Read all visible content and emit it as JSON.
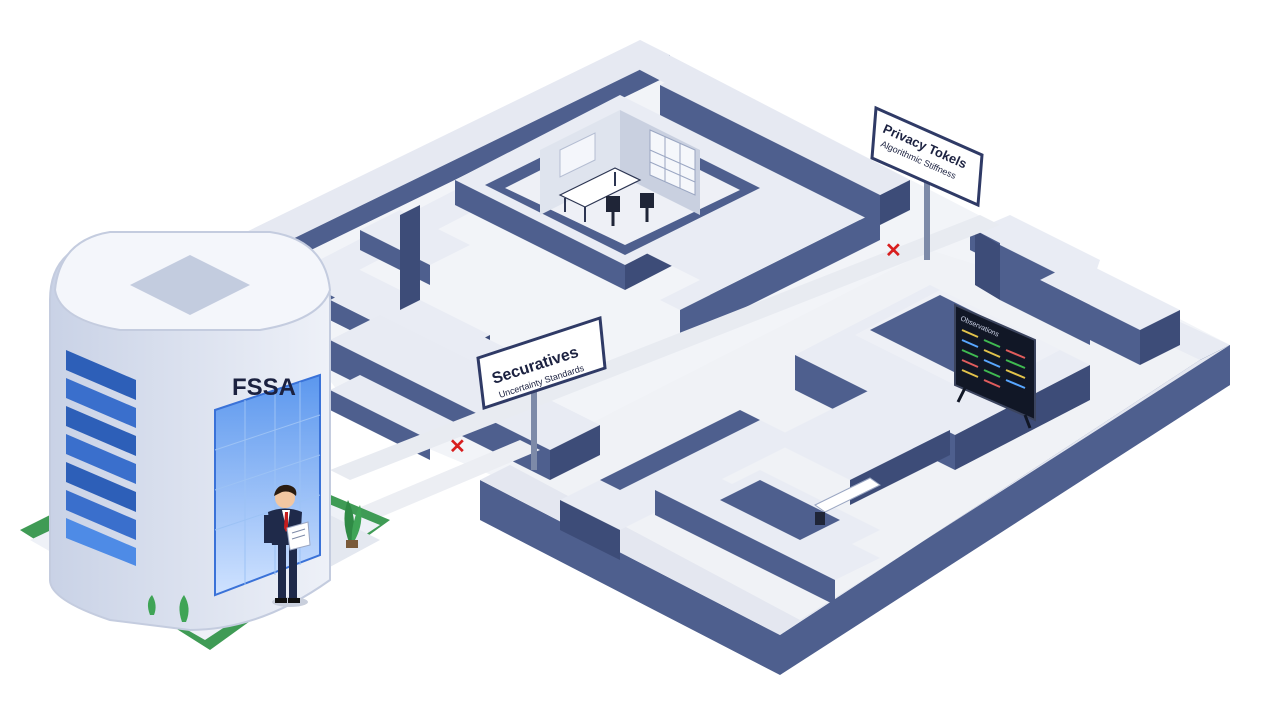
{
  "building": {
    "name": "FSSA"
  },
  "signs": {
    "left": {
      "line1": "Securatives",
      "line2": "Uncertainty Standards"
    },
    "right": {
      "line1": "Privacy Tokels",
      "line2": "Algorithmic Stiffness"
    }
  },
  "monitor": {
    "header": "Observations"
  },
  "markers": {
    "symbol": "✕"
  },
  "colors": {
    "wall_top": "#e9ecf4",
    "wall_side": "#4e5f8e",
    "wall_side_dark": "#3d4c78",
    "floor": "#eef0f5",
    "accent_red": "#d81e1e",
    "glass_blue": "#4a8be8",
    "grass": "#3f9b55"
  }
}
